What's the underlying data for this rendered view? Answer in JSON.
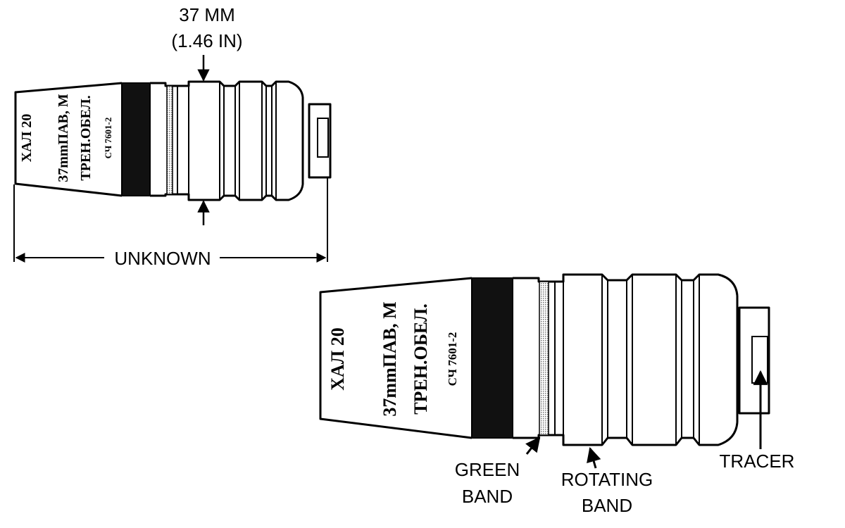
{
  "small_view": {
    "caliber_label": "37 MM",
    "caliber_label_inches": "(1.46 IN)",
    "length_label": "UNKNOWN",
    "stencil": [
      "ХАЛ 20",
      "37mmПАВ, М",
      "ТРЕН.ОБЕЛ.",
      "СЧ 7601-2"
    ]
  },
  "large_view": {
    "stencil": [
      "ХАЛ 20",
      "37mmПАВ, М",
      "ТРЕН.ОБЕЛ.",
      "СЧ 7601-2"
    ],
    "callouts": {
      "green_band": [
        "GREEN",
        "BAND"
      ],
      "rotating_band": [
        "ROTATING",
        "BAND"
      ],
      "tracer": "TRACER"
    }
  },
  "colors": {
    "band": "#111111",
    "outline": "#000000",
    "stipple": "#cccccc"
  }
}
